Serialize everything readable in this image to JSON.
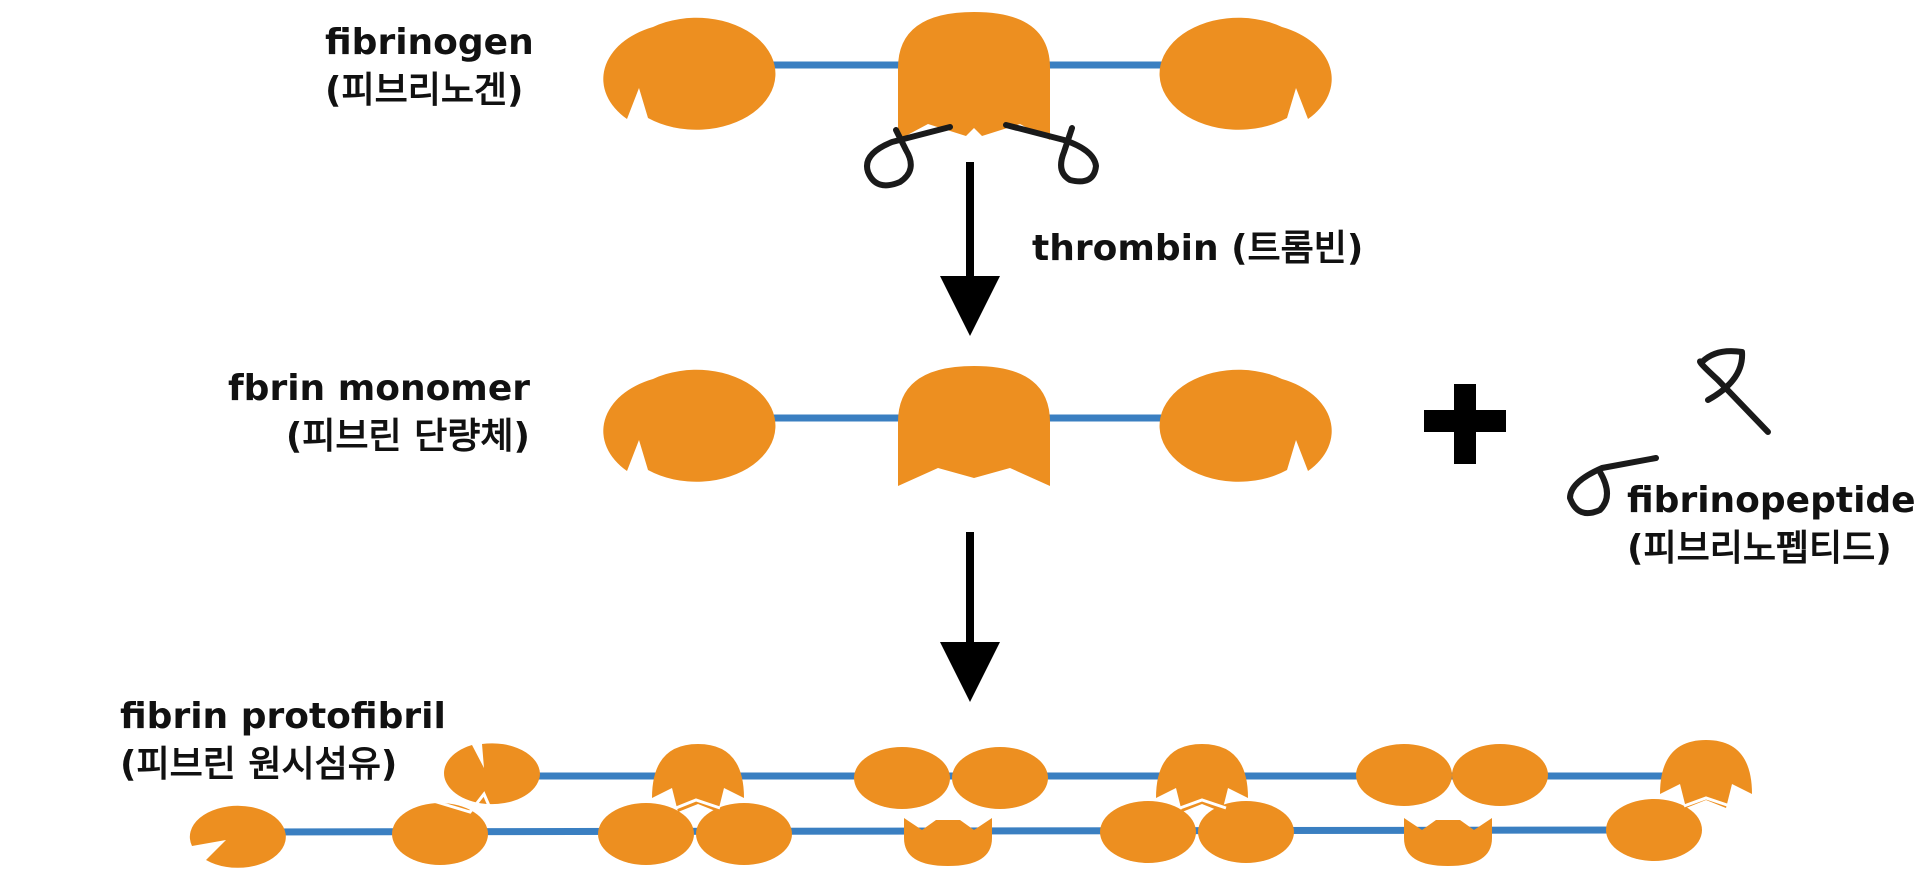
{
  "colors": {
    "globule": "#ed8f20",
    "rod": "#3a7fc1",
    "arrow": "#000000",
    "text": "#111111"
  },
  "labels": {
    "fibrinogen_en": "fibrinogen",
    "fibrinogen_ko": "(피브리노겐)",
    "thrombin": "thrombin (트롬빈)",
    "monomer_en": "fbrin monomer",
    "monomer_ko": "(피브린 단량체)",
    "peptide_en": "fibrinopeptide",
    "peptide_ko": "(피브리노펩티드)",
    "protofibril_en": "fibrin protofibril",
    "protofibril_ko": "(피브린 원시섬유)"
  },
  "icons": {
    "plus": "plus-icon",
    "arrow": "arrow-down-icon"
  }
}
